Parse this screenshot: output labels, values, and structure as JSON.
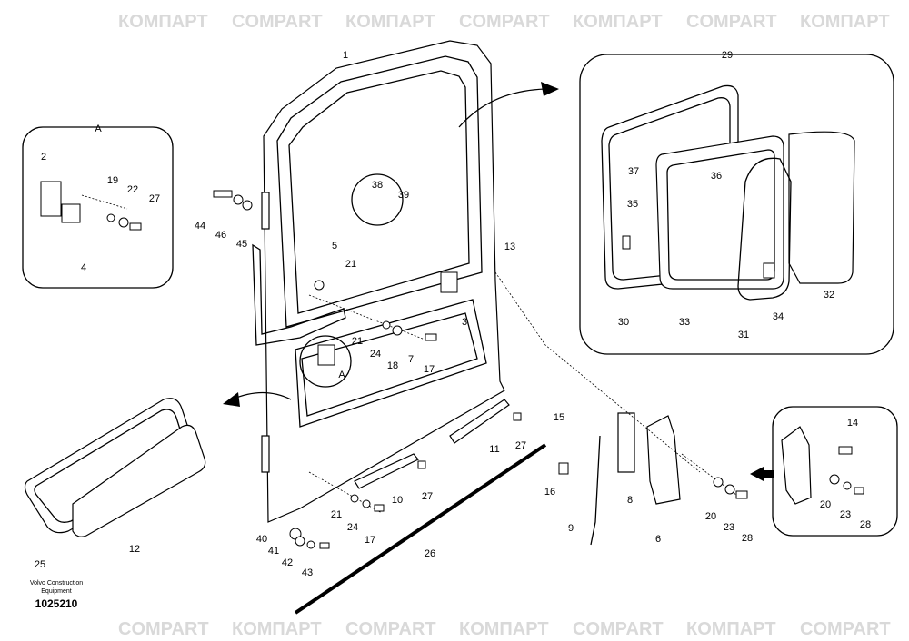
{
  "watermark": {
    "text_cyrillic": "КОМПАРТ",
    "text_latin": "COMPART"
  },
  "manufacturer": "Volvo Construction Equipment",
  "drawing_number": "1025210",
  "detail_views": {
    "detail_a": "A",
    "view_ref": "A"
  },
  "callouts": [
    "1",
    "29",
    "2",
    "19",
    "22",
    "27",
    "4",
    "44",
    "46",
    "45",
    "38",
    "39",
    "5",
    "21",
    "13",
    "3",
    "21",
    "24",
    "18",
    "7",
    "17",
    "37",
    "36",
    "35",
    "30",
    "33",
    "31",
    "34",
    "32",
    "15",
    "11",
    "27",
    "10",
    "27",
    "8",
    "16",
    "14",
    "20",
    "23",
    "28",
    "21",
    "24",
    "17",
    "9",
    "6",
    "20",
    "23",
    "28",
    "40",
    "41",
    "42",
    "43",
    "26",
    "25",
    "12"
  ]
}
